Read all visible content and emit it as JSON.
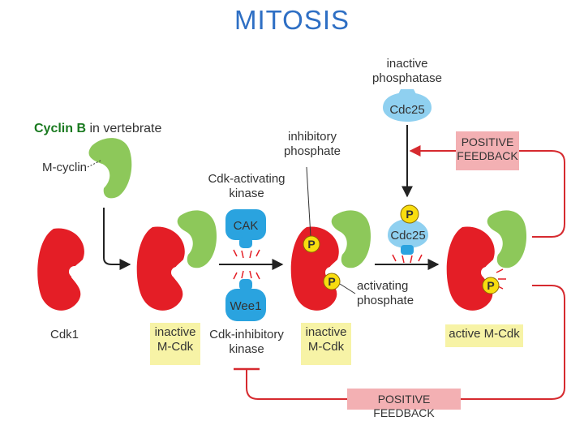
{
  "title": "MITOSIS",
  "cyclin_note": {
    "bold": "Cyclin B",
    "rest": " in vertebrate"
  },
  "labels": {
    "m_cyclin": "M-cyclin",
    "cdk1": "Cdk1",
    "inactive_mcdk_1": [
      "inactive",
      "M-Cdk"
    ],
    "cdk_activating_kinase": [
      "Cdk-activating",
      "kinase"
    ],
    "cdk_inhibitory_kinase": [
      "Cdk-inhibitory",
      "kinase"
    ],
    "inhibitory_phosphate": [
      "inhibitory",
      "phosphate"
    ],
    "inactive_mcdk_2": [
      "inactive",
      "M-Cdk"
    ],
    "activating_phosphate": [
      "activating",
      "phosphate"
    ],
    "inactive_phosphatase": [
      "inactive",
      "phosphatase"
    ],
    "active_mcdk": "active M-Cdk",
    "positive_feedback_top": [
      "POSITIVE",
      "FEEDBACK"
    ],
    "positive_feedback_bottom": "POSITIVE FEEDBACK"
  },
  "enzymes": {
    "cak": "CAK",
    "wee1": "Wee1",
    "cdc25_inactive": "Cdc25",
    "cdc25_active": "Cdc25"
  },
  "phosphate_symbol": "P",
  "colors": {
    "title": "#2e6fc4",
    "cdk": "#e41e26",
    "cyclin": "#8dc85a",
    "enzyme_blue": "#2aa3df",
    "enzyme_light": "#8fd0f0",
    "phosphate": "#f8dd10",
    "highlight": "#f7f3a6",
    "feedback_box": "#f3b0b3",
    "feedback_line": "#d62a2f",
    "cyclin_b_text": "#1a7a20"
  }
}
